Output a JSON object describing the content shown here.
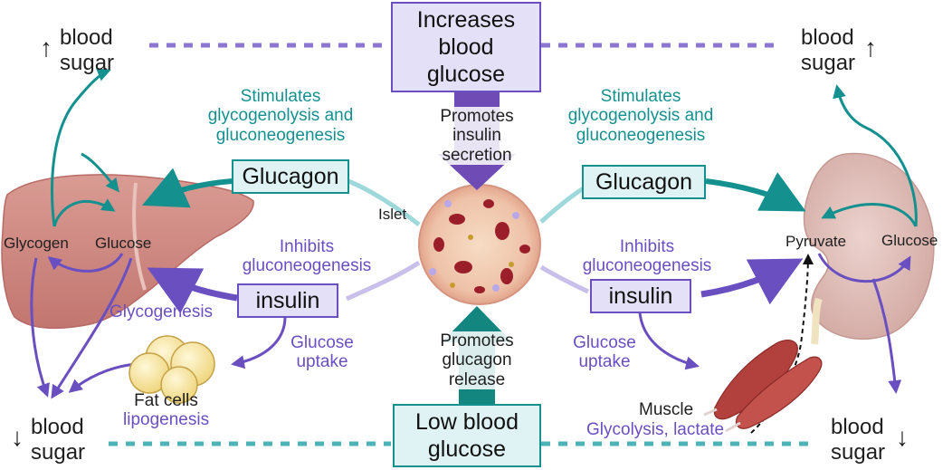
{
  "top_box": {
    "line1": "Increases",
    "line2": "blood",
    "line3": "glucose"
  },
  "bottom_box": {
    "line1": "Low blood",
    "line2": "glucose"
  },
  "blood_sugar_up_left": {
    "line1": "blood",
    "line2": "sugar",
    "arrow": "↑"
  },
  "blood_sugar_up_right": {
    "line1": "blood",
    "line2": "sugar",
    "arrow": "↑"
  },
  "blood_sugar_down_left": {
    "line1": "blood",
    "line2": "sugar",
    "arrow": "↓"
  },
  "blood_sugar_down_right": {
    "line1": "blood",
    "line2": "sugar",
    "arrow": "↓"
  },
  "promotes_insulin": {
    "line1": "Promotes",
    "line2": "insulin",
    "line3": "secretion"
  },
  "promotes_glucagon": {
    "line1": "Promotes",
    "line2": "glucagon",
    "line3": "release"
  },
  "stimulates_left": {
    "line1": "Stimulates",
    "line2": "glycogenolysis and",
    "line3": "gluconeogenesis"
  },
  "stimulates_right": {
    "line1": "Stimulates",
    "line2": "glycogenolysis and",
    "line3": "gluconeogenesis"
  },
  "glucagon_left": "Glucagon",
  "glucagon_right": "Glucagon",
  "insulin_left": "insulin",
  "insulin_right": "insulin",
  "inhibits_left": {
    "line1": "Inhibits",
    "line2": "gluconeogenesis"
  },
  "inhibits_right": {
    "line1": "Inhibits",
    "line2": "gluconeogenesis"
  },
  "islet": "Islet",
  "liver": {
    "glycogen": "Glycogen",
    "glucose": "Glucose",
    "glycogenesis": "Glycogenesis"
  },
  "kidney": {
    "pyruvate": "Pyruvate",
    "glucose": "Glucose"
  },
  "glucose_uptake_left": {
    "line1": "Glucose",
    "line2": "uptake"
  },
  "glucose_uptake_right": {
    "line1": "Glucose",
    "line2": "uptake"
  },
  "fat": {
    "label": "Fat cells",
    "sublabel": "lipogenesis"
  },
  "muscle": {
    "label": "Muscle",
    "sublabel": "Glycolysis, lactate"
  },
  "colors": {
    "purple": "#6a4fc0",
    "teal": "#14918f",
    "purple_fill": "#e4e0f7",
    "teal_fill": "#dff3f5"
  }
}
